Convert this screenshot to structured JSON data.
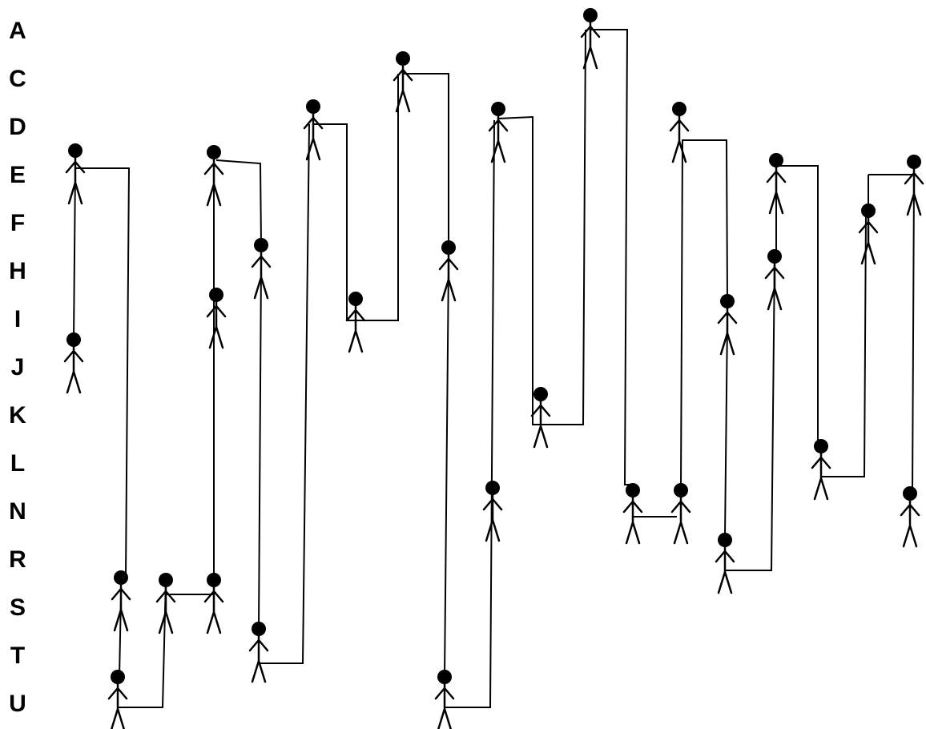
{
  "rows": [
    "A",
    "C",
    "D",
    "E",
    "F",
    "H",
    "I",
    "J",
    "K",
    "L",
    "N",
    "R",
    "S",
    "T",
    "U"
  ],
  "colors": {
    "ink": "#000000",
    "background": "#ffffff"
  },
  "figure_icon": "stick-figure-icon"
}
